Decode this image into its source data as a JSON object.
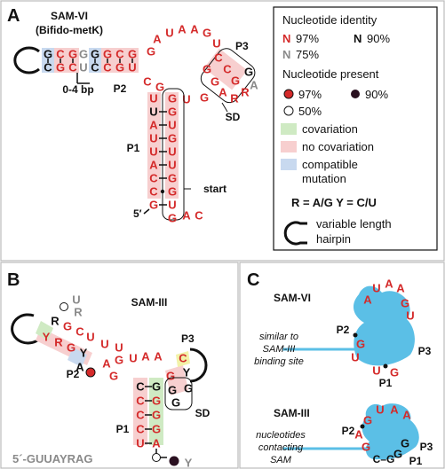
{
  "panel_a": {
    "letter": "A",
    "title_line1": "SAM-VI",
    "title_line2": "(Bifido-metK)",
    "label_0_4bp": "0-4 bp",
    "label_p1": "P1",
    "label_p2": "P2",
    "label_p3": "P3",
    "label_sd": "SD",
    "label_start": "start",
    "label_5prime": "5′",
    "legend": {
      "identity_title": "Nucleotide identity",
      "n97_letter": "N",
      "n97_text": "97%",
      "n90_letter": "N",
      "n90_text": "90%",
      "n75_letter": "N",
      "n75_text": "75%",
      "present_title": "Nucleotide present",
      "dot97": "97%",
      "dot90": "90%",
      "dot50": "50%",
      "covariation": "covariation",
      "no_covariation": "no covariation",
      "compatible_line1": "compatible",
      "compatible_line2": "mutation",
      "codes": "R = A/G  Y = C/U",
      "hairpin_line1": "variable length",
      "hairpin_line2": "hairpin"
    }
  },
  "panel_b": {
    "letter": "B",
    "title": "SAM-III",
    "label_p1": "P1",
    "label_p2": "P2",
    "label_p3": "P3",
    "label_sd": "SD",
    "tail": "5´-GUUAYRAG"
  },
  "panel_c": {
    "letter": "C",
    "top_title": "SAM-VI",
    "top_note_l1": "similar to",
    "top_note_l2": "SAM-III",
    "top_note_l3": "binding site",
    "top_p1": "P1",
    "top_p2": "P2",
    "top_p3": "P3",
    "bottom_title": "SAM-III",
    "bottom_note_l1": "nucleotides",
    "bottom_note_l2": "contacting",
    "bottom_note_l3": "SAM",
    "bottom_p1": "P1",
    "bottom_p2": "P2",
    "bottom_p3": "P3",
    "bottom_pair": "C–G"
  },
  "colors": {
    "red": "#d42a2a",
    "gray": "#8a8a8a",
    "covariation": "#cfeac3",
    "no_covariation": "#f7cfcf",
    "compatible": "#c8d9ef",
    "sam_blob": "#5bbfe6",
    "dark_dot": "#2a1020"
  }
}
